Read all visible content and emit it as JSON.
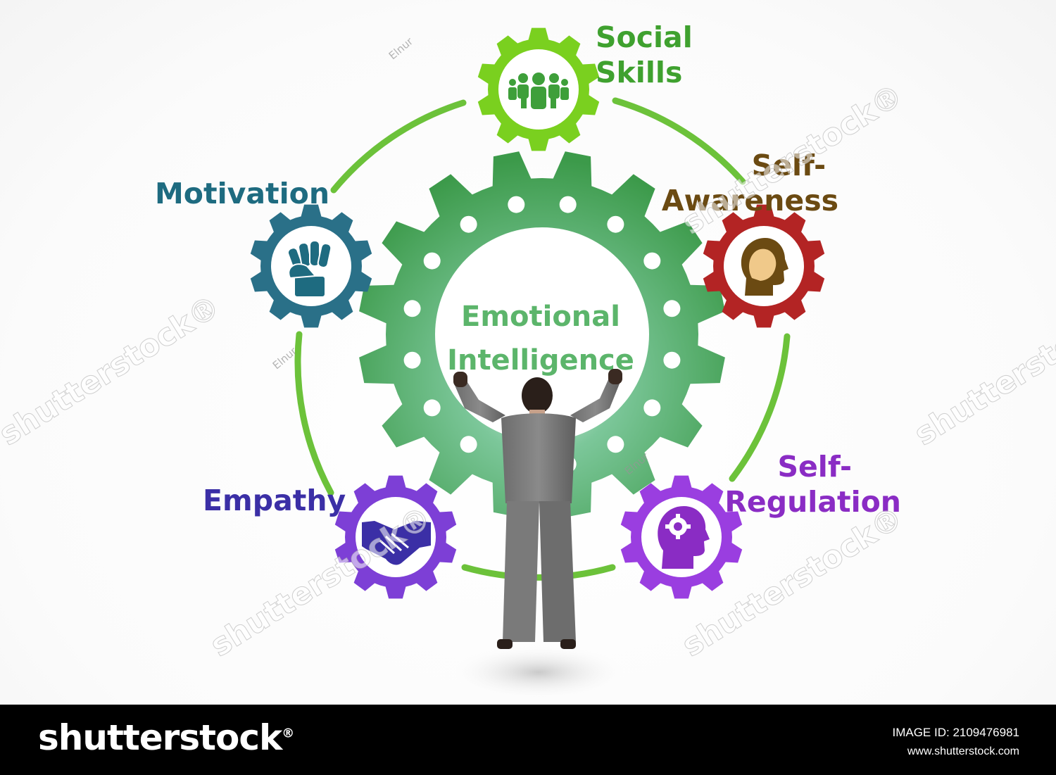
{
  "center": {
    "line1": "Emotional",
    "line2": "Intelligence"
  },
  "labels": {
    "social_line1": "Social",
    "social_line2": "Skills",
    "awareness_line1": "Self-",
    "awareness_line2": "Awareness",
    "motivation": "Motivation",
    "empathy": "Empathy",
    "regulation_line1": "Self-",
    "regulation_line2": "Regulation"
  },
  "colors": {
    "main_gear": "#3c9a4a",
    "ring": "#6cc23a",
    "social": "#7ad01f",
    "awareness": "#b32424",
    "motivation": "#2a7088",
    "empathy": "#7d3fd6",
    "regulation": "#9a3ee0"
  },
  "icons": {
    "social": "people-group-icon",
    "awareness": "head-profile-icon",
    "motivation": "raised-fist-icon",
    "empathy": "handshake-icon",
    "regulation": "head-gear-icon"
  },
  "watermark": {
    "brand": "shutterstock",
    "brand_mark": "®",
    "credit": "Elnur"
  },
  "footer": {
    "brand": "shutterstock",
    "brand_mark": "®",
    "image_id": "IMAGE ID: 2109476981",
    "site": "www.shutterstock.com"
  }
}
